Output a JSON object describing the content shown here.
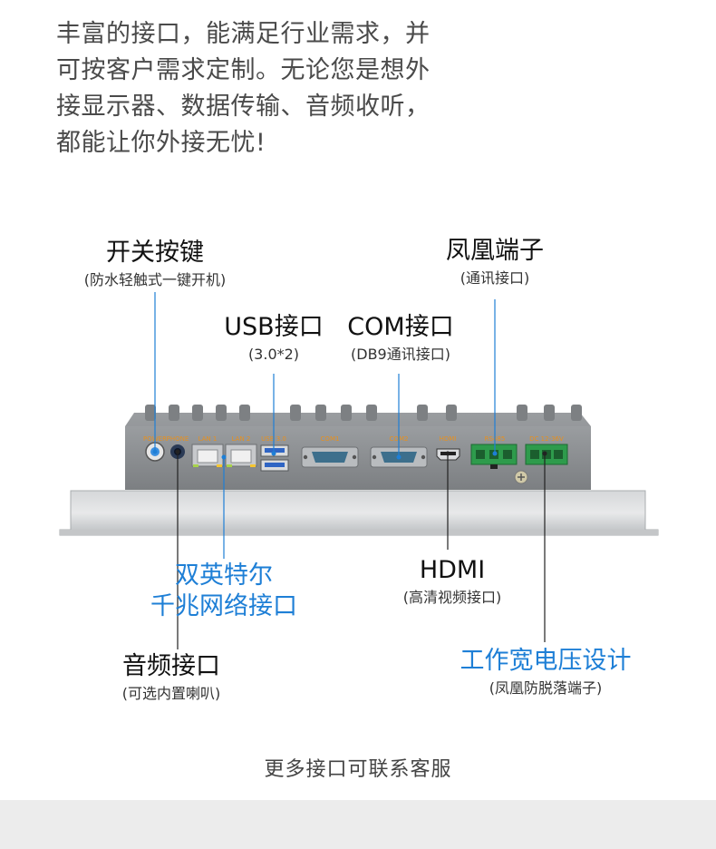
{
  "intro_lines": [
    "丰富的接口，能满足行业需求，并",
    "可按客户需求定制。无论您是想外",
    "接显示器、数据传输、音频收听，",
    "都能让你外接无忧!"
  ],
  "callouts": {
    "power": {
      "title": "开关按键",
      "sub": "(防水轻触式一键开机)"
    },
    "phoenix": {
      "title": "凤凰端子",
      "sub": "(通讯接口)"
    },
    "usb": {
      "title": "USB接口",
      "sub": "(3.0*2)"
    },
    "com": {
      "title": "COM接口",
      "sub": "(DB9通讯接口)"
    },
    "lan": {
      "title_line1": "双英特尔",
      "title_line2": "千兆网络接口"
    },
    "hdmi": {
      "title": "HDMI",
      "sub": "(高清视频接口)"
    },
    "audio": {
      "title": "音频接口",
      "sub": "(可选内置喇叭)"
    },
    "power_in": {
      "title": "工作宽电压设计",
      "sub": "(凤凰防脱落端子)"
    }
  },
  "panel_labels": {
    "power": "POWER",
    "phone": "PHONE",
    "lan1": "LAN 1",
    "lan2": "LAN 2",
    "usb": "USB 3.0",
    "com1": "COM1",
    "com2": "COM2",
    "hdmi": "HDMI",
    "rs485": "RS485",
    "dc": "DC 12-36V"
  },
  "footer": {
    "note": "更多接口可联系客服"
  },
  "colors": {
    "accent_blue": "#1e7fd6",
    "panel_label_orange": "#e8901c",
    "chassis_gray": "#8a8d90",
    "terminal_green": "#2e9b4c"
  }
}
